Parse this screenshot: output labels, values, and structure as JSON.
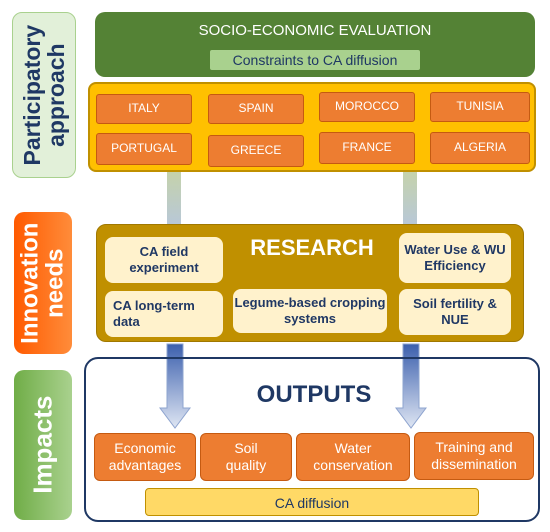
{
  "side_labels": {
    "participatory": "Participatory approach",
    "innovation": "Innovation needs",
    "impacts": "Impacts"
  },
  "header": {
    "title": "SOCIO-ECONOMIC EVALUATION",
    "subtitle": "Constraints to CA diffusion"
  },
  "countries": [
    "ITALY",
    "SPAIN",
    "MOROCCO",
    "TUNISIA",
    "PORTUGAL",
    "GREECE",
    "FRANCE",
    "ALGERIA"
  ],
  "research": {
    "title": "RESEARCH",
    "items": [
      "CA field experiment",
      "Water Use & WU Efficiency",
      "CA long-term data",
      "Legume-based cropping systems",
      "Soil fertility & NUE"
    ]
  },
  "outputs": {
    "title": "OUTPUTS",
    "items": [
      "Economic advantages",
      "Soil quality",
      "Water conservation",
      "Training and dissemination"
    ],
    "footer": "CA diffusion"
  },
  "colors": {
    "header_green": "#548235",
    "subtitle_green": "#a9d18e",
    "gold": "#ffc000",
    "gold_dark": "#c09000",
    "orange": "#ed7d31",
    "cream": "#fff2cc",
    "navy": "#1f3864",
    "side_green_bg": "#e2f0d9",
    "side_orange_bg": "#ff6600",
    "side_impacts_bg": "#70ad47"
  }
}
